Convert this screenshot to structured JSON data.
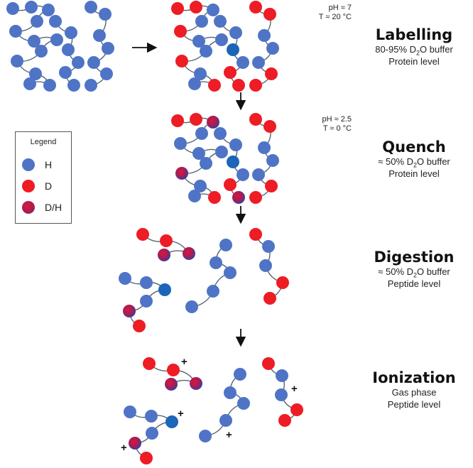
{
  "colors": {
    "H": "#4f74c6",
    "D": "#ee1c24",
    "DH_inner": "#d11b3c",
    "DH_outer": "#3b3ca0",
    "highlight": "#1b66b8",
    "link": "#566673",
    "arrow": "#111111"
  },
  "steps": [
    {
      "title": "Labelling",
      "line1_pre": "80-95% D",
      "line1_sub": "2",
      "line1_post": "O buffer",
      "line2": "Protein level"
    },
    {
      "title": "Quench",
      "line1_pre": "≈ 50% D",
      "line1_sub": "2",
      "line1_post": "O buffer",
      "line2": "Protein level"
    },
    {
      "title": "Digestion",
      "line1_pre": "≈ 50% D",
      "line1_sub": "2",
      "line1_post": "O buffer",
      "line2": "Peptide level"
    },
    {
      "title": "Ionization",
      "line1_pre": "Gas phase",
      "line1_sub": "",
      "line1_post": "",
      "line2": "Peptide level"
    }
  ],
  "conditions": [
    {
      "ph": "pH ≈ 7",
      "temp": "T ≈ 20 °C"
    },
    {
      "ph": "pH ≈ 2.5",
      "temp": "T ≈ 0 °C"
    }
  ],
  "legend": {
    "title": "Legend",
    "items": [
      {
        "label": "H",
        "type": "H"
      },
      {
        "label": "D",
        "type": "D"
      },
      {
        "label": "D/H",
        "type": "DH"
      }
    ]
  },
  "charge_symbol": "+"
}
